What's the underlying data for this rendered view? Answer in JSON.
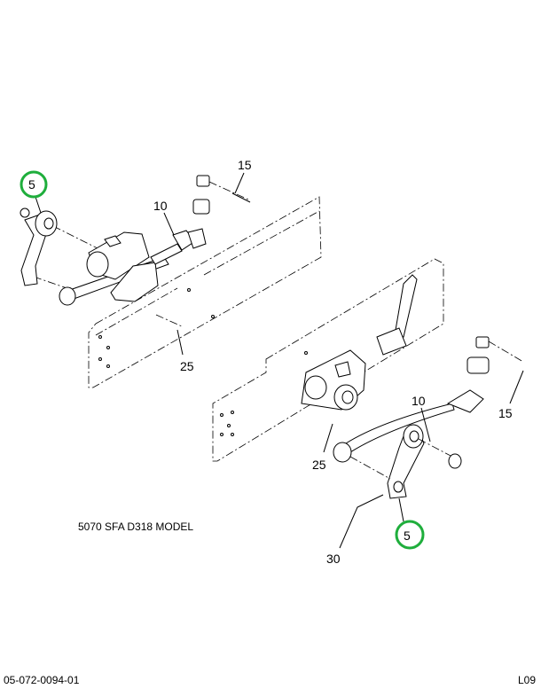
{
  "diagram": {
    "model_caption": "5070 SFA D318 MODEL",
    "drawing_number": "05-072-0094-01",
    "sheet_code": "L09",
    "callouts": {
      "left_5": "5",
      "left_10": "10",
      "left_15": "15",
      "left_25": "25",
      "right_5": "5",
      "right_10": "10",
      "right_15": "15",
      "right_25": "25",
      "right_30": "30"
    },
    "highlight_color": "#1fae3c"
  }
}
